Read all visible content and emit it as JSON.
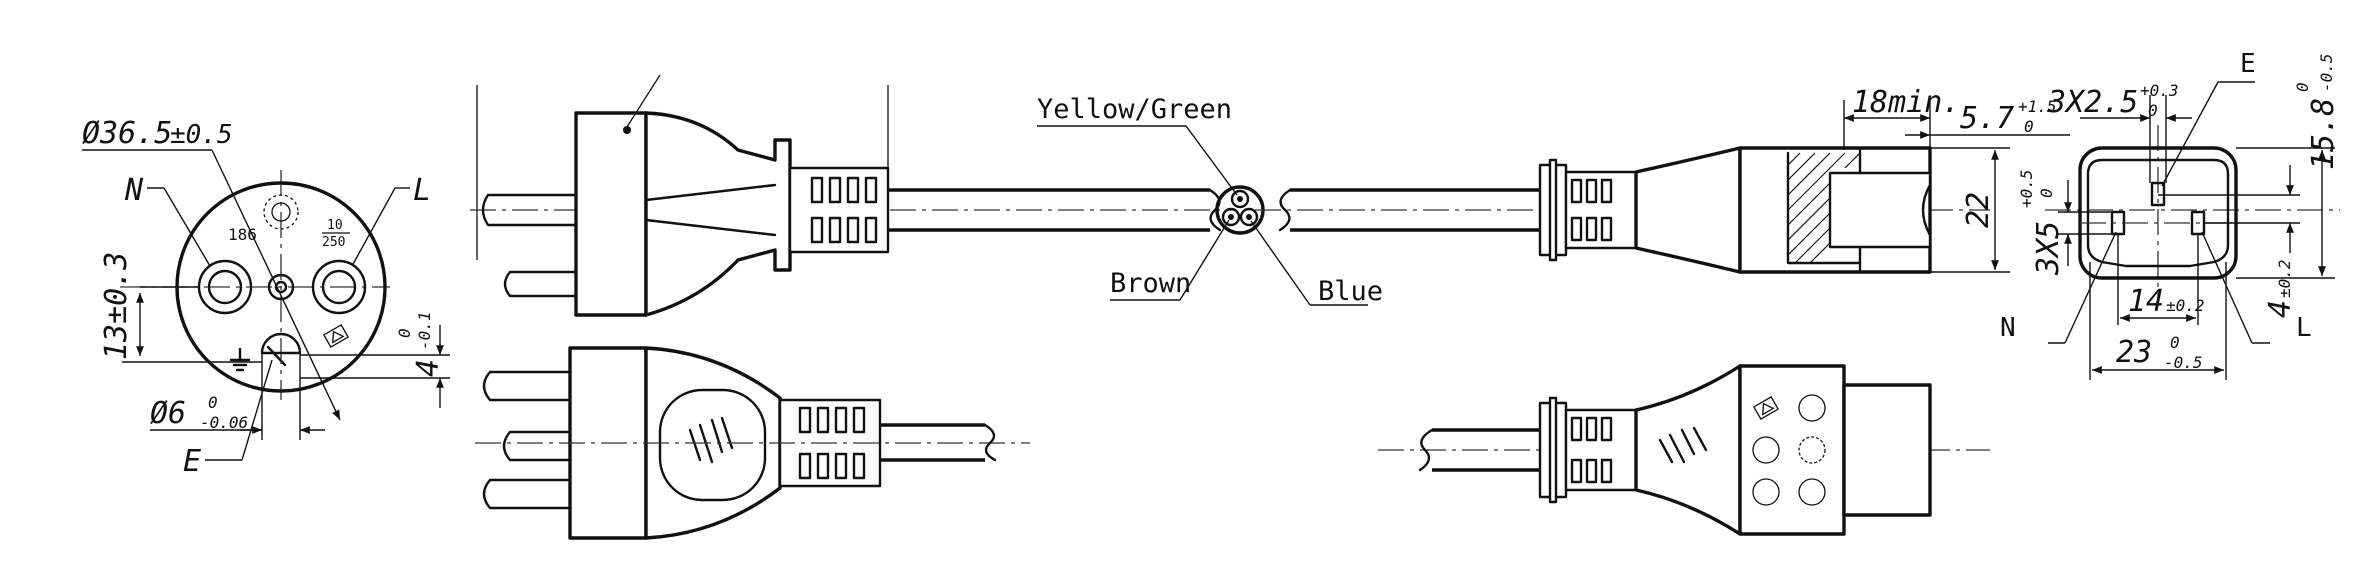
{
  "front_view": {
    "diameter": "Ø36.5",
    "diameter_tol": "±0.5",
    "label_n": "N",
    "label_l": "L",
    "label_e": "E",
    "mark_186": "186",
    "mark_rating_top": "10",
    "mark_rating_bottom": "250",
    "height": "13±0.3",
    "offset": "4",
    "offset_tol_upper": "0",
    "offset_tol_lower": "-0.1",
    "pin_dia": "Ø6",
    "pin_dia_tol_upper": "0",
    "pin_dia_tol_lower": "-0.06"
  },
  "cable": {
    "yellow_green": "Yellow/Green",
    "brown": "Brown",
    "blue": "Blue"
  },
  "connector": {
    "length_min": "18min.",
    "pin_width": "5.7",
    "pin_width_tol_upper": "+1.5",
    "pin_width_tol_lower": "0",
    "depth": "22"
  },
  "socket_view": {
    "label_e": "E",
    "label_n": "N",
    "label_l": "L",
    "slot": "3X2.5",
    "slot_tol_upper": "+0.3",
    "slot_tol_lower": "0",
    "slot_len": "3X5",
    "slot_len_tol_upper": "+0.5",
    "slot_len_tol_lower": "0",
    "height": "15.8",
    "height_tol_upper": "0",
    "height_tol_lower": "-0.5",
    "offset": "4",
    "offset_tol": "±0.2",
    "pitch": "14",
    "pitch_tol": "±0.2",
    "width": "23",
    "width_tol_upper": "0",
    "width_tol_lower": "-0.5"
  }
}
